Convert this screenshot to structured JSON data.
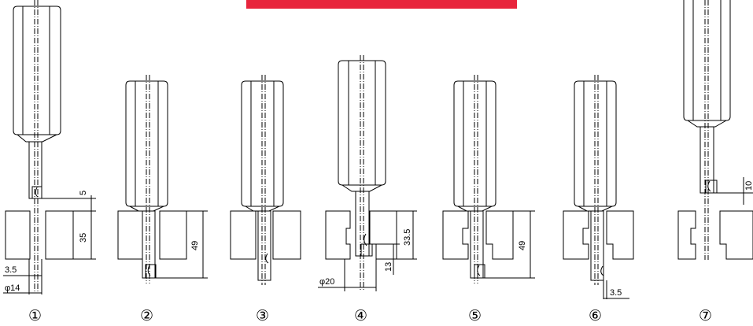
{
  "banner": {
    "color": "#e8243c"
  },
  "steps": [
    {
      "label": "①",
      "dims": [
        "5",
        "35",
        "3.5",
        "φ14"
      ]
    },
    {
      "label": "②",
      "dims": [
        "49"
      ]
    },
    {
      "label": "③",
      "dims": []
    },
    {
      "label": "④",
      "dims": [
        "33.5",
        "13",
        "φ20"
      ]
    },
    {
      "label": "⑤",
      "dims": [
        "49"
      ]
    },
    {
      "label": "⑥",
      "dims": [
        "3.5"
      ]
    },
    {
      "label": "⑦",
      "dims": [
        "10"
      ]
    }
  ]
}
